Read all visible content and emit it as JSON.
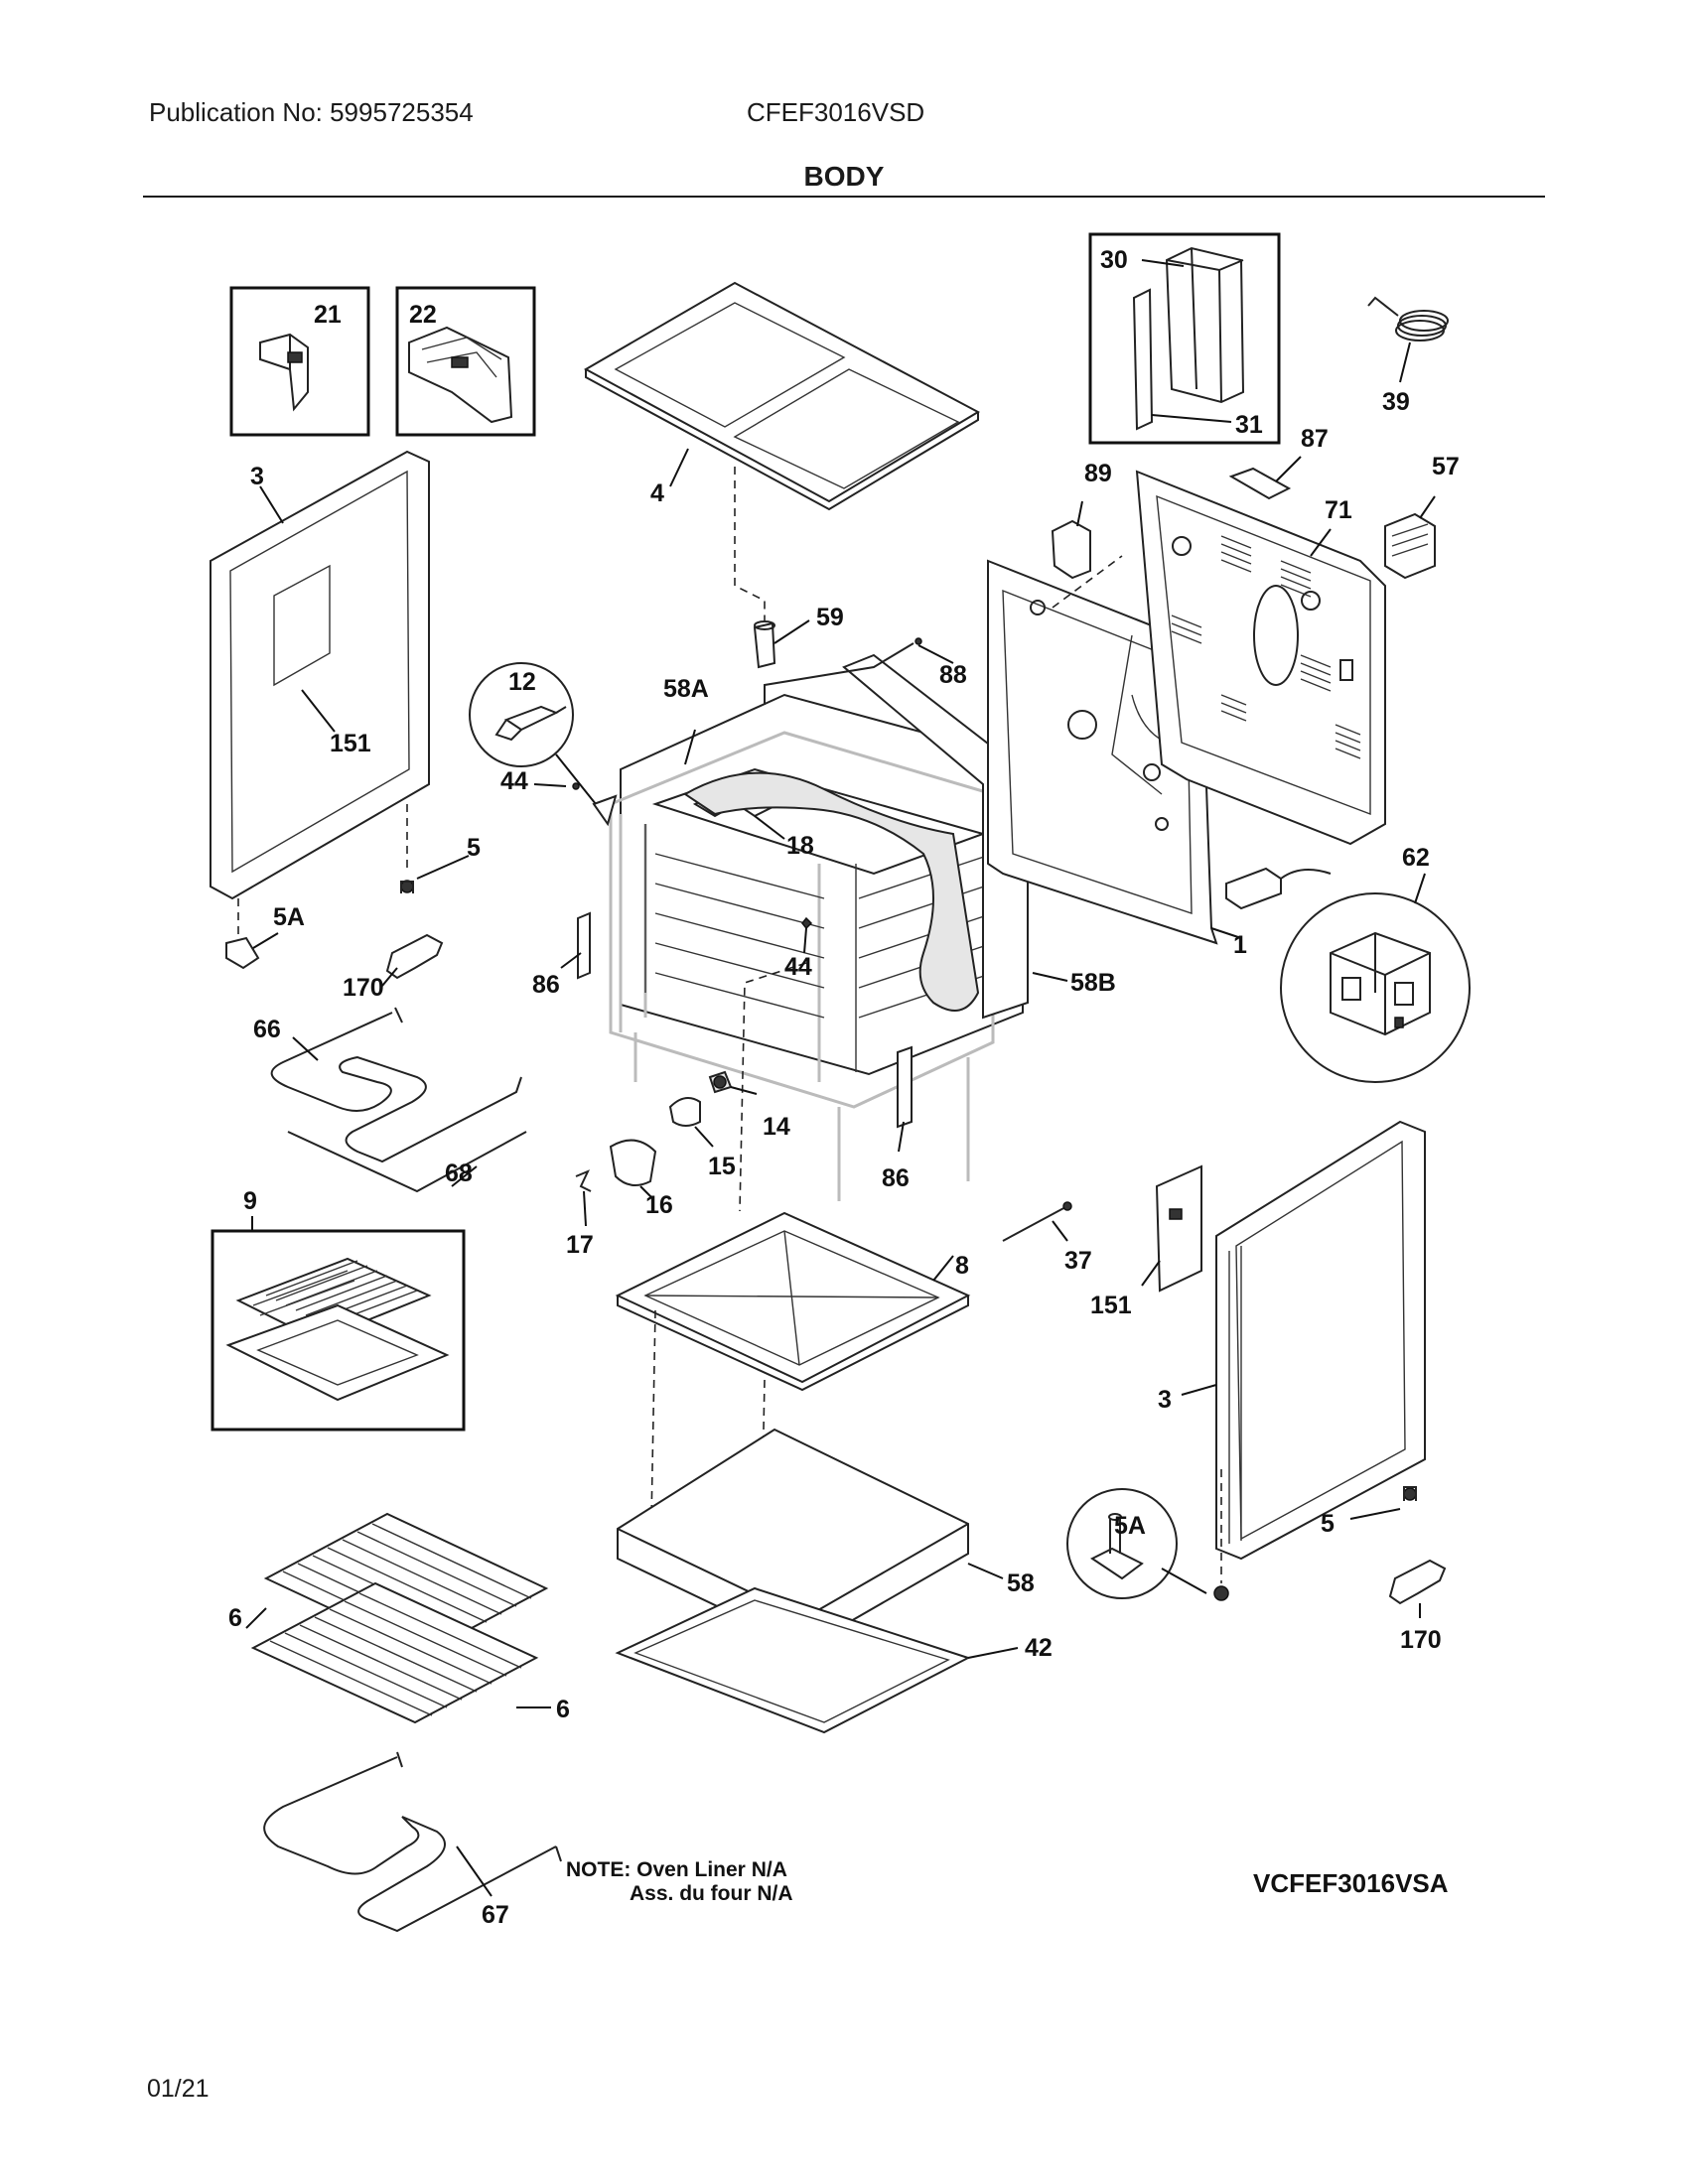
{
  "header": {
    "publication": "Publication No: 5995725354",
    "model": "CFEF3016VSD",
    "section": "BODY"
  },
  "callouts": {
    "c21": "21",
    "c22": "22",
    "c30": "30",
    "c31": "31",
    "c39": "39",
    "c3a": "3",
    "c4": "4",
    "c87": "87",
    "c57": "57",
    "c89": "89",
    "c71": "71",
    "c59": "59",
    "c12": "12",
    "c58a": "58A",
    "c88": "88",
    "c151a": "151",
    "c44a": "44",
    "c18": "18",
    "c5a": "5",
    "c5aa": "5A",
    "c44b": "44",
    "c62": "62",
    "c170a": "170",
    "c86a": "86",
    "c58b": "58B",
    "c1": "1",
    "c66": "66",
    "c14": "14",
    "c15": "15",
    "c16": "16",
    "c68": "68",
    "c86b": "86",
    "c9": "9",
    "c17": "17",
    "c8": "8",
    "c37": "37",
    "c151b": "151",
    "c3b": "3",
    "c5ab": "5A",
    "c5b": "5",
    "c58": "58",
    "c6a": "6",
    "c42": "42",
    "c170b": "170",
    "c6b": "6",
    "c67": "67"
  },
  "note": {
    "line1": "NOTE: Oven Liner N/A",
    "line2": "Ass. du four N/A"
  },
  "diagram_ref": "VCFEF3016VSA",
  "footer": {
    "date": "01/21"
  }
}
